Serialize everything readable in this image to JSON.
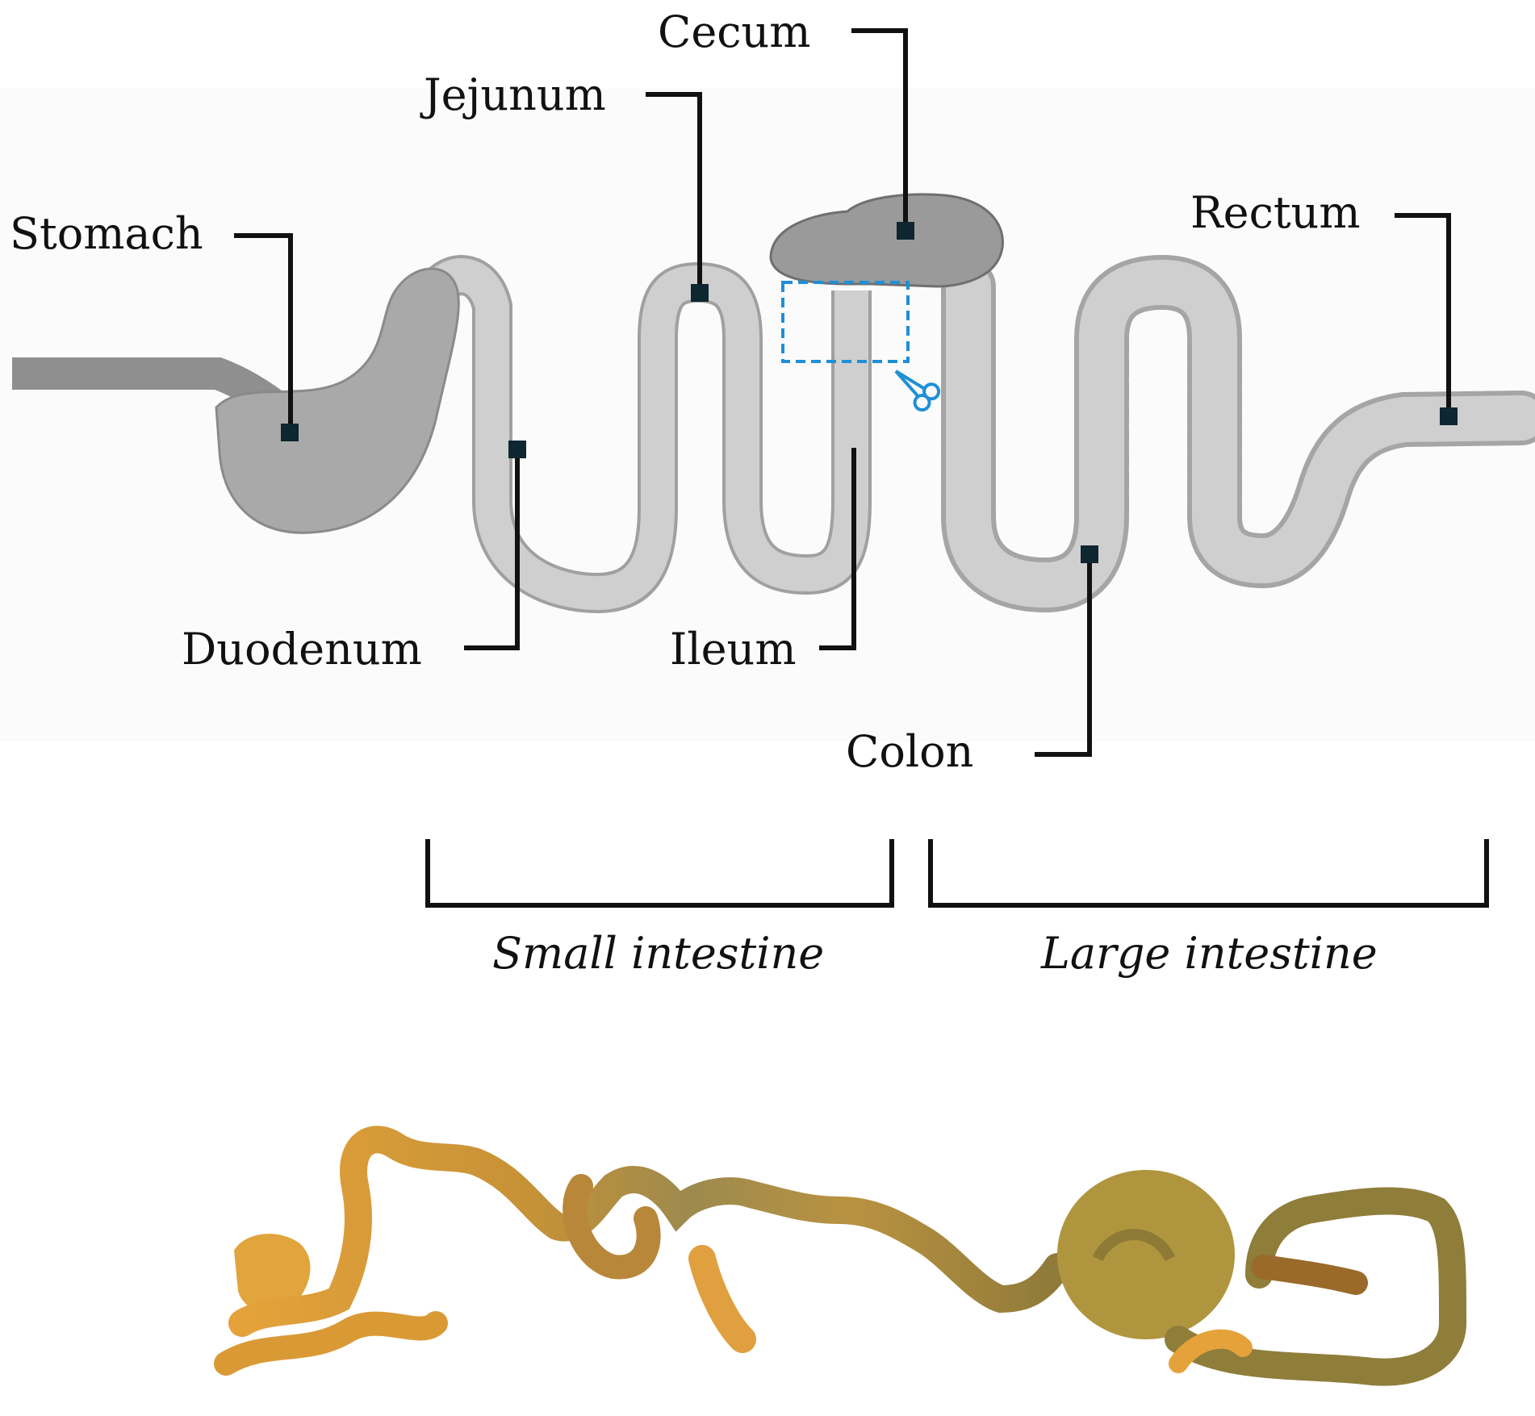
{
  "labels": {
    "stomach": "Stomach",
    "jejunum": "Jejunum",
    "cecum": "Cecum",
    "rectum": "Rectum",
    "duodenum": "Duodenum",
    "ileum": "Ileum",
    "colon": "Colon"
  },
  "brackets": {
    "small": "Small intestine",
    "large": "Large intestine"
  },
  "colors": {
    "tube_fill": "#cfcfcf",
    "tube_edge": "#9c9c9c",
    "stomach_fill": "#a9a9a9",
    "cecum_fill": "#9a9a9a",
    "cut_marker": "#1f8fd6",
    "specimen": "#c9952f"
  },
  "icons": {
    "cut": "scissors-icon"
  }
}
